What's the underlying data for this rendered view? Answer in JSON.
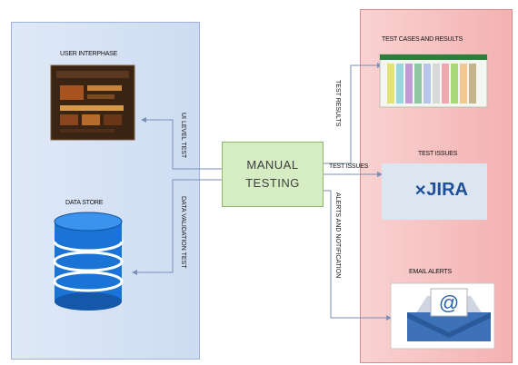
{
  "left": {
    "ui_label": "USER INTERPHASE",
    "store_label": "DATA STORE"
  },
  "center": {
    "line1": "MANUAL",
    "line2": "TESTING"
  },
  "right": {
    "cases_label": "TEST CASES AND RESULTS",
    "issues_label": "TEST ISSUES",
    "jira_text": "JIRA",
    "email_label": "EMAIL ALERTS"
  },
  "connectors": {
    "ui_test": "UI LEVEL TEST",
    "data_test": "DATA VALIDATION TEST",
    "results": "TEST RESULTS",
    "issues": "TEST ISSUES",
    "alerts": "ALERTS AND NOTIFICATION"
  },
  "colors": {
    "left_panel": "#dfe9f7",
    "right_panel": "#f4b1b1",
    "center_box": "#d6ecc3",
    "db_blue": "#1a74d6"
  }
}
